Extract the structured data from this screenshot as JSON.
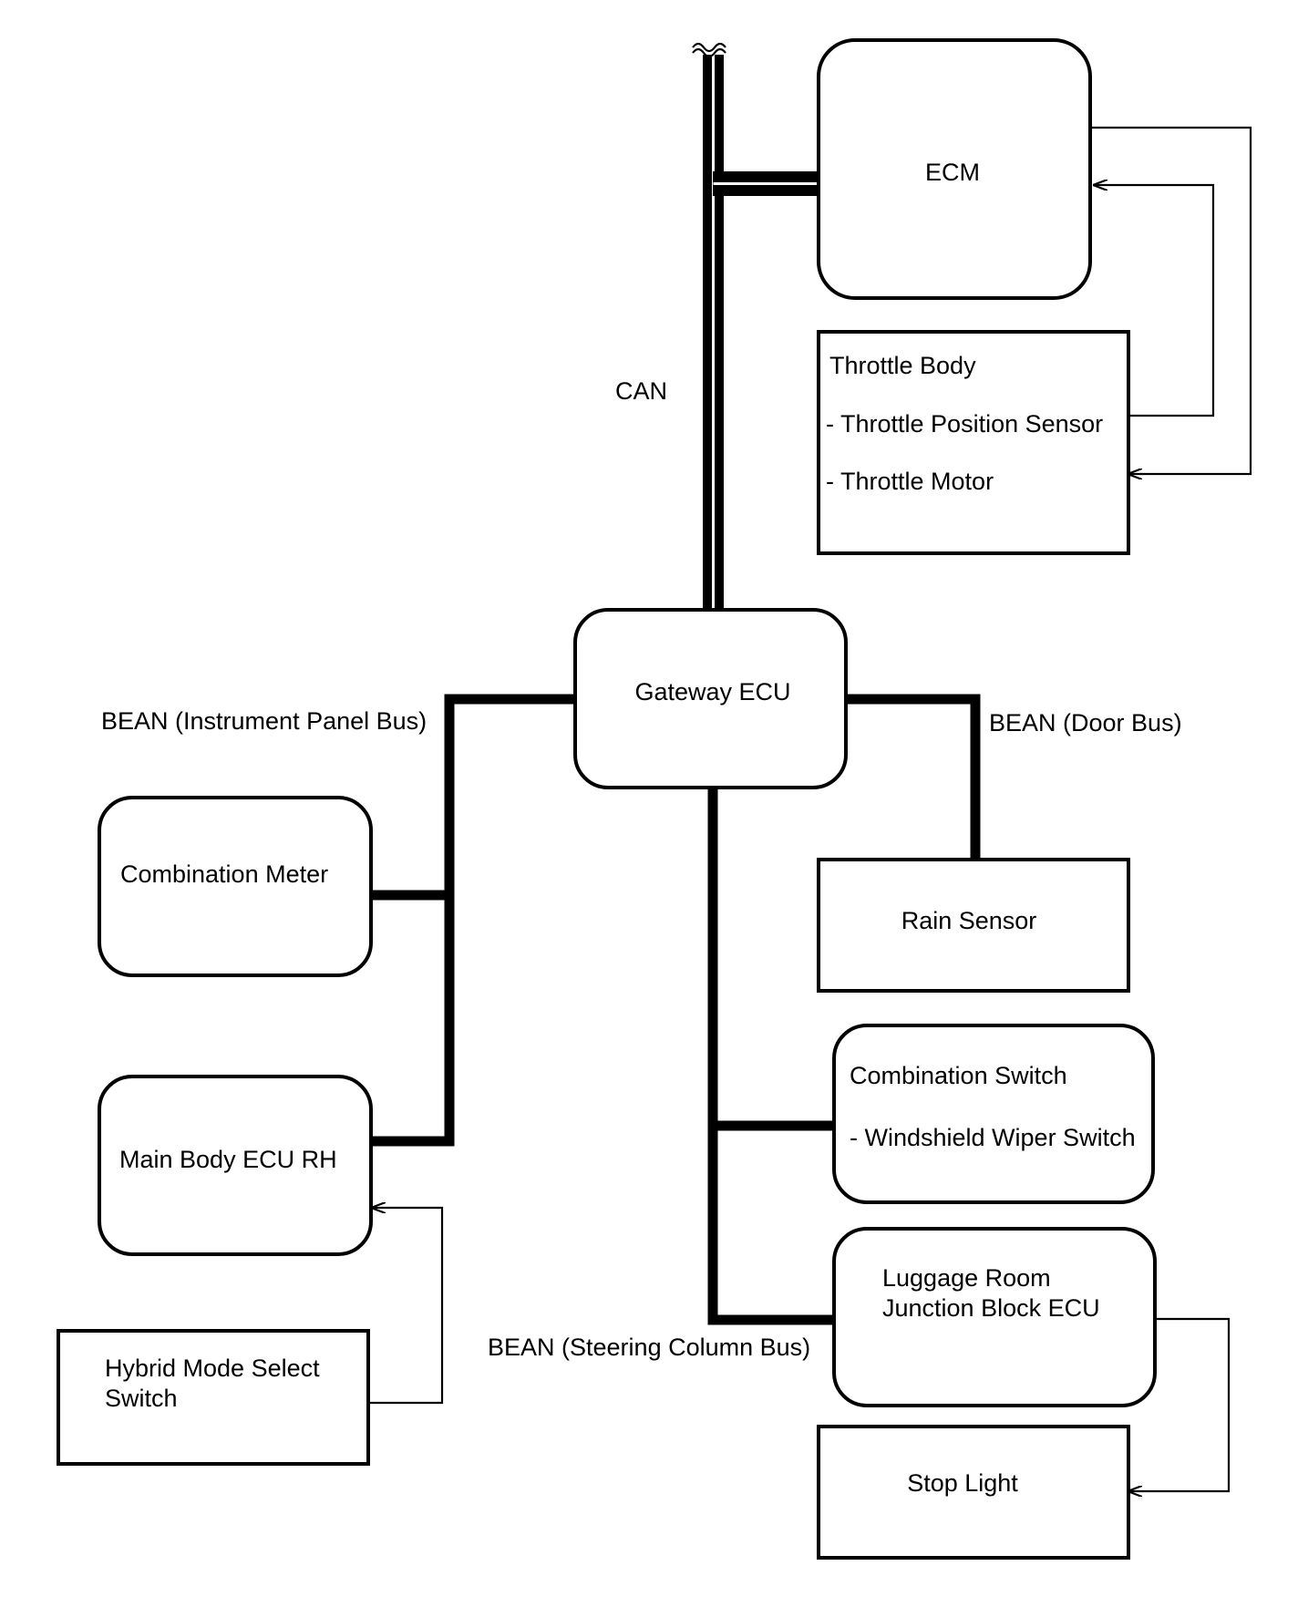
{
  "modules": {
    "ecm": "ECM",
    "throttle_body": {
      "title": "Throttle Body",
      "items": [
        "- Throttle Position Sensor",
        "- Throttle Motor"
      ]
    },
    "gateway_ecu": "Gateway ECU",
    "combination_meter": "Combination Meter",
    "rain_sensor": "Rain Sensor",
    "main_body_ecu_rh": "Main Body ECU RH",
    "combination_switch": {
      "title": "Combination Switch",
      "items": [
        "- Windshield Wiper Switch"
      ]
    },
    "luggage_room_jb_ecu": [
      "Luggage Room",
      "Junction Block ECU"
    ],
    "hybrid_mode_select_switch": [
      "Hybrid Mode Select",
      "Switch"
    ],
    "stop_light": "Stop Light"
  },
  "buses": {
    "can": "CAN",
    "bean_instrument_panel": "BEAN (Instrument Panel Bus)",
    "bean_door": "BEAN (Door Bus)",
    "bean_steering_column": "BEAN (Steering Column Bus)"
  }
}
